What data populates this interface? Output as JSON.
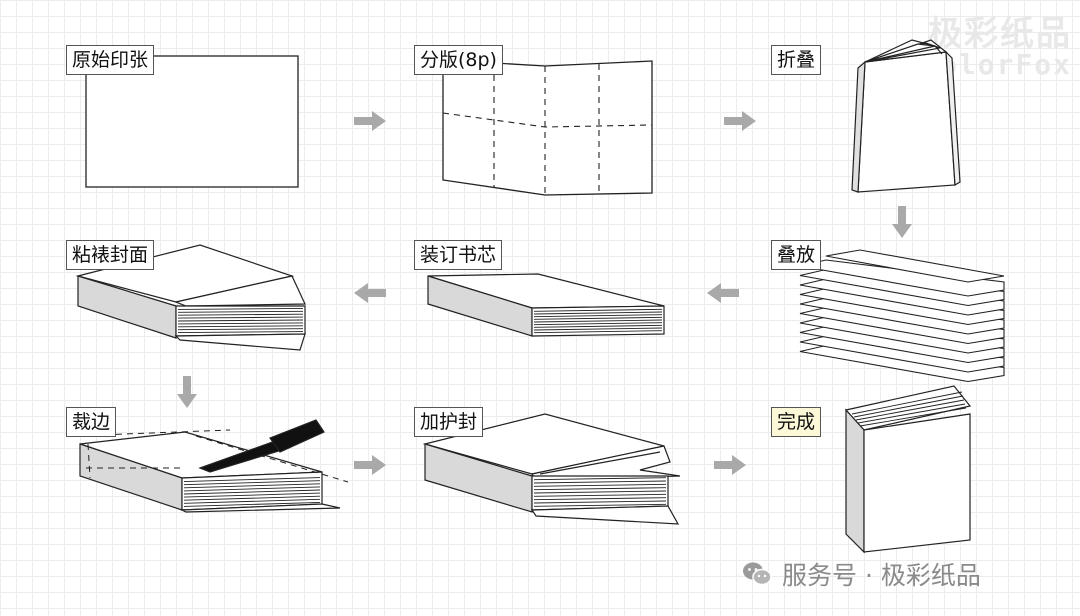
{
  "watermark": {
    "line1": "极彩纸品",
    "line2": "ColorFox"
  },
  "steps": [
    {
      "label": "原始印张"
    },
    {
      "label": "分版(8p)"
    },
    {
      "label": "折叠"
    },
    {
      "label": "叠放"
    },
    {
      "label": "装订书芯"
    },
    {
      "label": "粘裱封面"
    },
    {
      "label": "裁边"
    },
    {
      "label": "加护封"
    },
    {
      "label": "完成"
    }
  ],
  "footer": {
    "text": "服务号 · 极彩纸品"
  },
  "colors": {
    "arrow": "#a9a9a9",
    "line": "#222222",
    "side": "#d9d9d9",
    "done_label": "#fdf8d8"
  }
}
